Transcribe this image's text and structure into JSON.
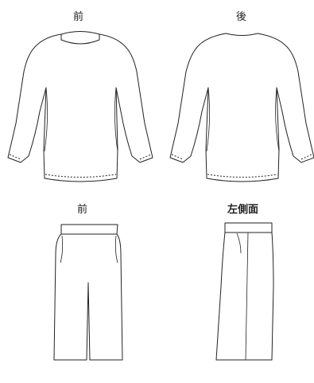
{
  "labels": {
    "top_front": "前",
    "top_back": "後",
    "bottom_front": "前",
    "bottom_side": "左側面"
  },
  "colors": {
    "line": "#222222",
    "background": "#ffffff"
  }
}
